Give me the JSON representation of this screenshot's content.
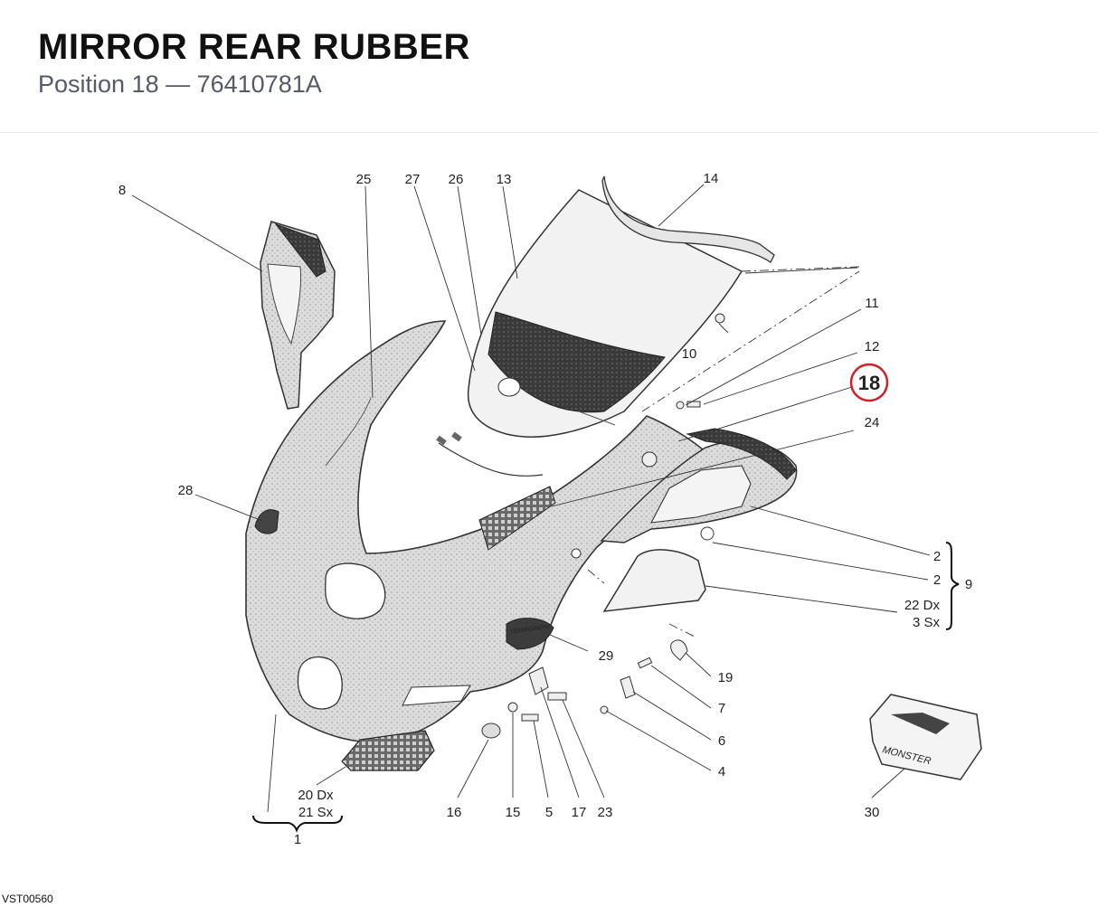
{
  "header": {
    "title": "MIRROR REAR RUBBER",
    "subtitle": "Position 18 — 76410781A"
  },
  "diagram": {
    "highlight_label": "18",
    "highlight_color": "#d0202a",
    "labels": {
      "l1": "1",
      "l2": "2",
      "l4": "4",
      "l5": "5",
      "l6": "6",
      "l7": "7",
      "l8": "8",
      "l9": "9",
      "l10": "10",
      "l11": "11",
      "l12": "12",
      "l13": "13",
      "l14": "14",
      "l15": "15",
      "l16": "16",
      "l17": "17",
      "l19": "19",
      "l20": "20 Dx",
      "l21": "21 Sx",
      "l22": "22 Dx",
      "l3": "3 Sx",
      "l23": "23",
      "l24": "24",
      "l25": "25",
      "l26": "26",
      "l27": "27",
      "l28": "28",
      "l29": "29",
      "l30": "30"
    },
    "decal_text": "TERMIGNONI",
    "kit_text": "MONSTER"
  },
  "footer": {
    "code": "VST00560"
  }
}
